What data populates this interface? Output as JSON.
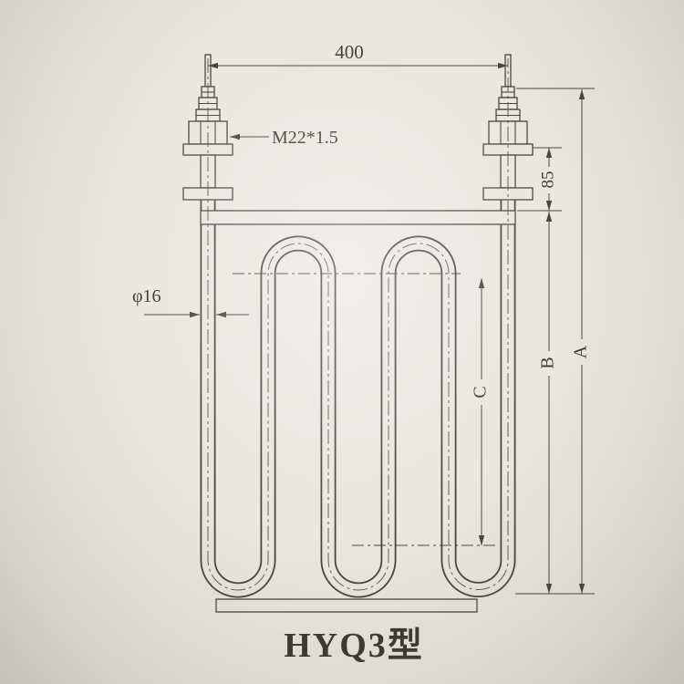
{
  "title": "HYQ3型",
  "annotations": {
    "top_width": "400",
    "thread_spec": "M22*1.5",
    "tube_diameter": "φ16",
    "terminal_height": "85",
    "dim_a": "A",
    "dim_b": "B",
    "dim_c": "C"
  },
  "colors": {
    "background": "#eae7e2",
    "line": "#4a4540",
    "text": "#3e3933"
  }
}
